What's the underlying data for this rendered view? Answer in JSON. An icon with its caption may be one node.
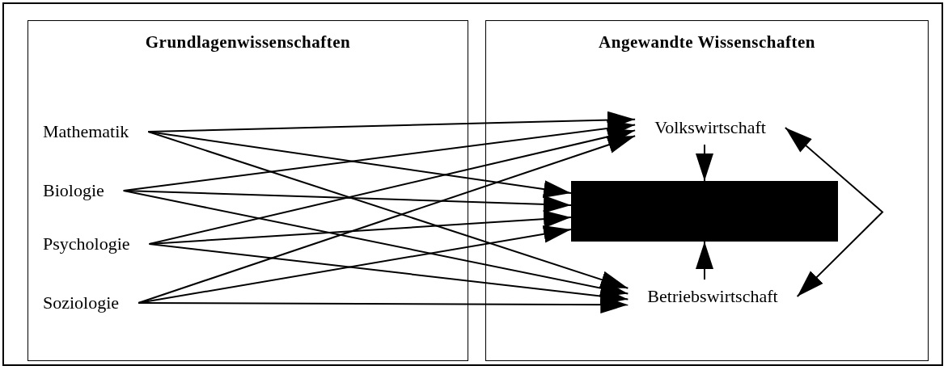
{
  "diagram": {
    "nodes": [
      {
        "text": [
          "Grundlagenwissenschaften"
        ]
      },
      {
        "text": [
          "Angewandte Wissenschaften"
        ]
      },
      {
        "text": [
          "Mathematik"
        ],
        "in": 0
      },
      {
        "text": [
          "Biologie"
        ],
        "in": 0
      },
      {
        "text": [
          "Psychologie"
        ],
        "in": 0
      },
      {
        "text": [
          "Soziologie"
        ],
        "in": 0
      },
      {
        "text": [
          "Volkswirtschaft"
        ],
        "in": 1
      },
      {
        "text": [],
        "shape": "box",
        "in": 1
      },
      {
        "text": [
          "Betriebswirtschaft"
        ],
        "in": 1
      }
    ],
    "edges": [
      {
        "from": 2,
        "to": 6,
        "arrow": "to"
      },
      {
        "from": 2,
        "to": 7,
        "arrow": "to"
      },
      {
        "from": 2,
        "to": 8,
        "arrow": "to"
      },
      {
        "from": 3,
        "to": 6,
        "arrow": "to"
      },
      {
        "from": 3,
        "to": 7,
        "arrow": "to"
      },
      {
        "from": 3,
        "to": 8,
        "arrow": "to"
      },
      {
        "from": 4,
        "to": 6,
        "arrow": "to"
      },
      {
        "from": 4,
        "to": 7,
        "arrow": "to"
      },
      {
        "from": 4,
        "to": 8,
        "arrow": "to"
      },
      {
        "from": 5,
        "to": 6,
        "arrow": "to"
      },
      {
        "from": 5,
        "to": 7,
        "arrow": "to"
      },
      {
        "from": 5,
        "to": 8,
        "arrow": "to"
      },
      {
        "from": 6,
        "to": 7,
        "arrow": "to"
      },
      {
        "from": 8,
        "to": 7,
        "arrow": "to"
      },
      {
        "from": 6,
        "to": 8,
        "arrow": "both"
      }
    ]
  }
}
